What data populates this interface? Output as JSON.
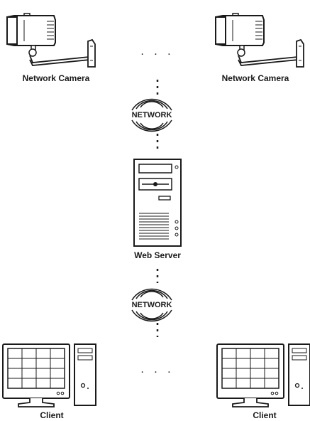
{
  "nodes": {
    "camera_left": {
      "label": "Network Camera",
      "icon": "security-camera-icon"
    },
    "camera_right": {
      "label": "Network Camera",
      "icon": "security-camera-icon"
    },
    "network_top": {
      "label": "NETWORK",
      "icon": "network-waves-icon"
    },
    "web_server": {
      "label": "Web Server",
      "icon": "server-tower-icon"
    },
    "network_bottom": {
      "label": "NETWORK",
      "icon": "network-waves-icon"
    },
    "client_left": {
      "label": "Client",
      "icon": "desktop-computer-icon"
    },
    "client_right": {
      "label": "Client",
      "icon": "desktop-computer-icon"
    }
  },
  "ellipsis": ". . .",
  "colors": {
    "stroke": "#1a1a1a",
    "fill": "#ffffff"
  }
}
